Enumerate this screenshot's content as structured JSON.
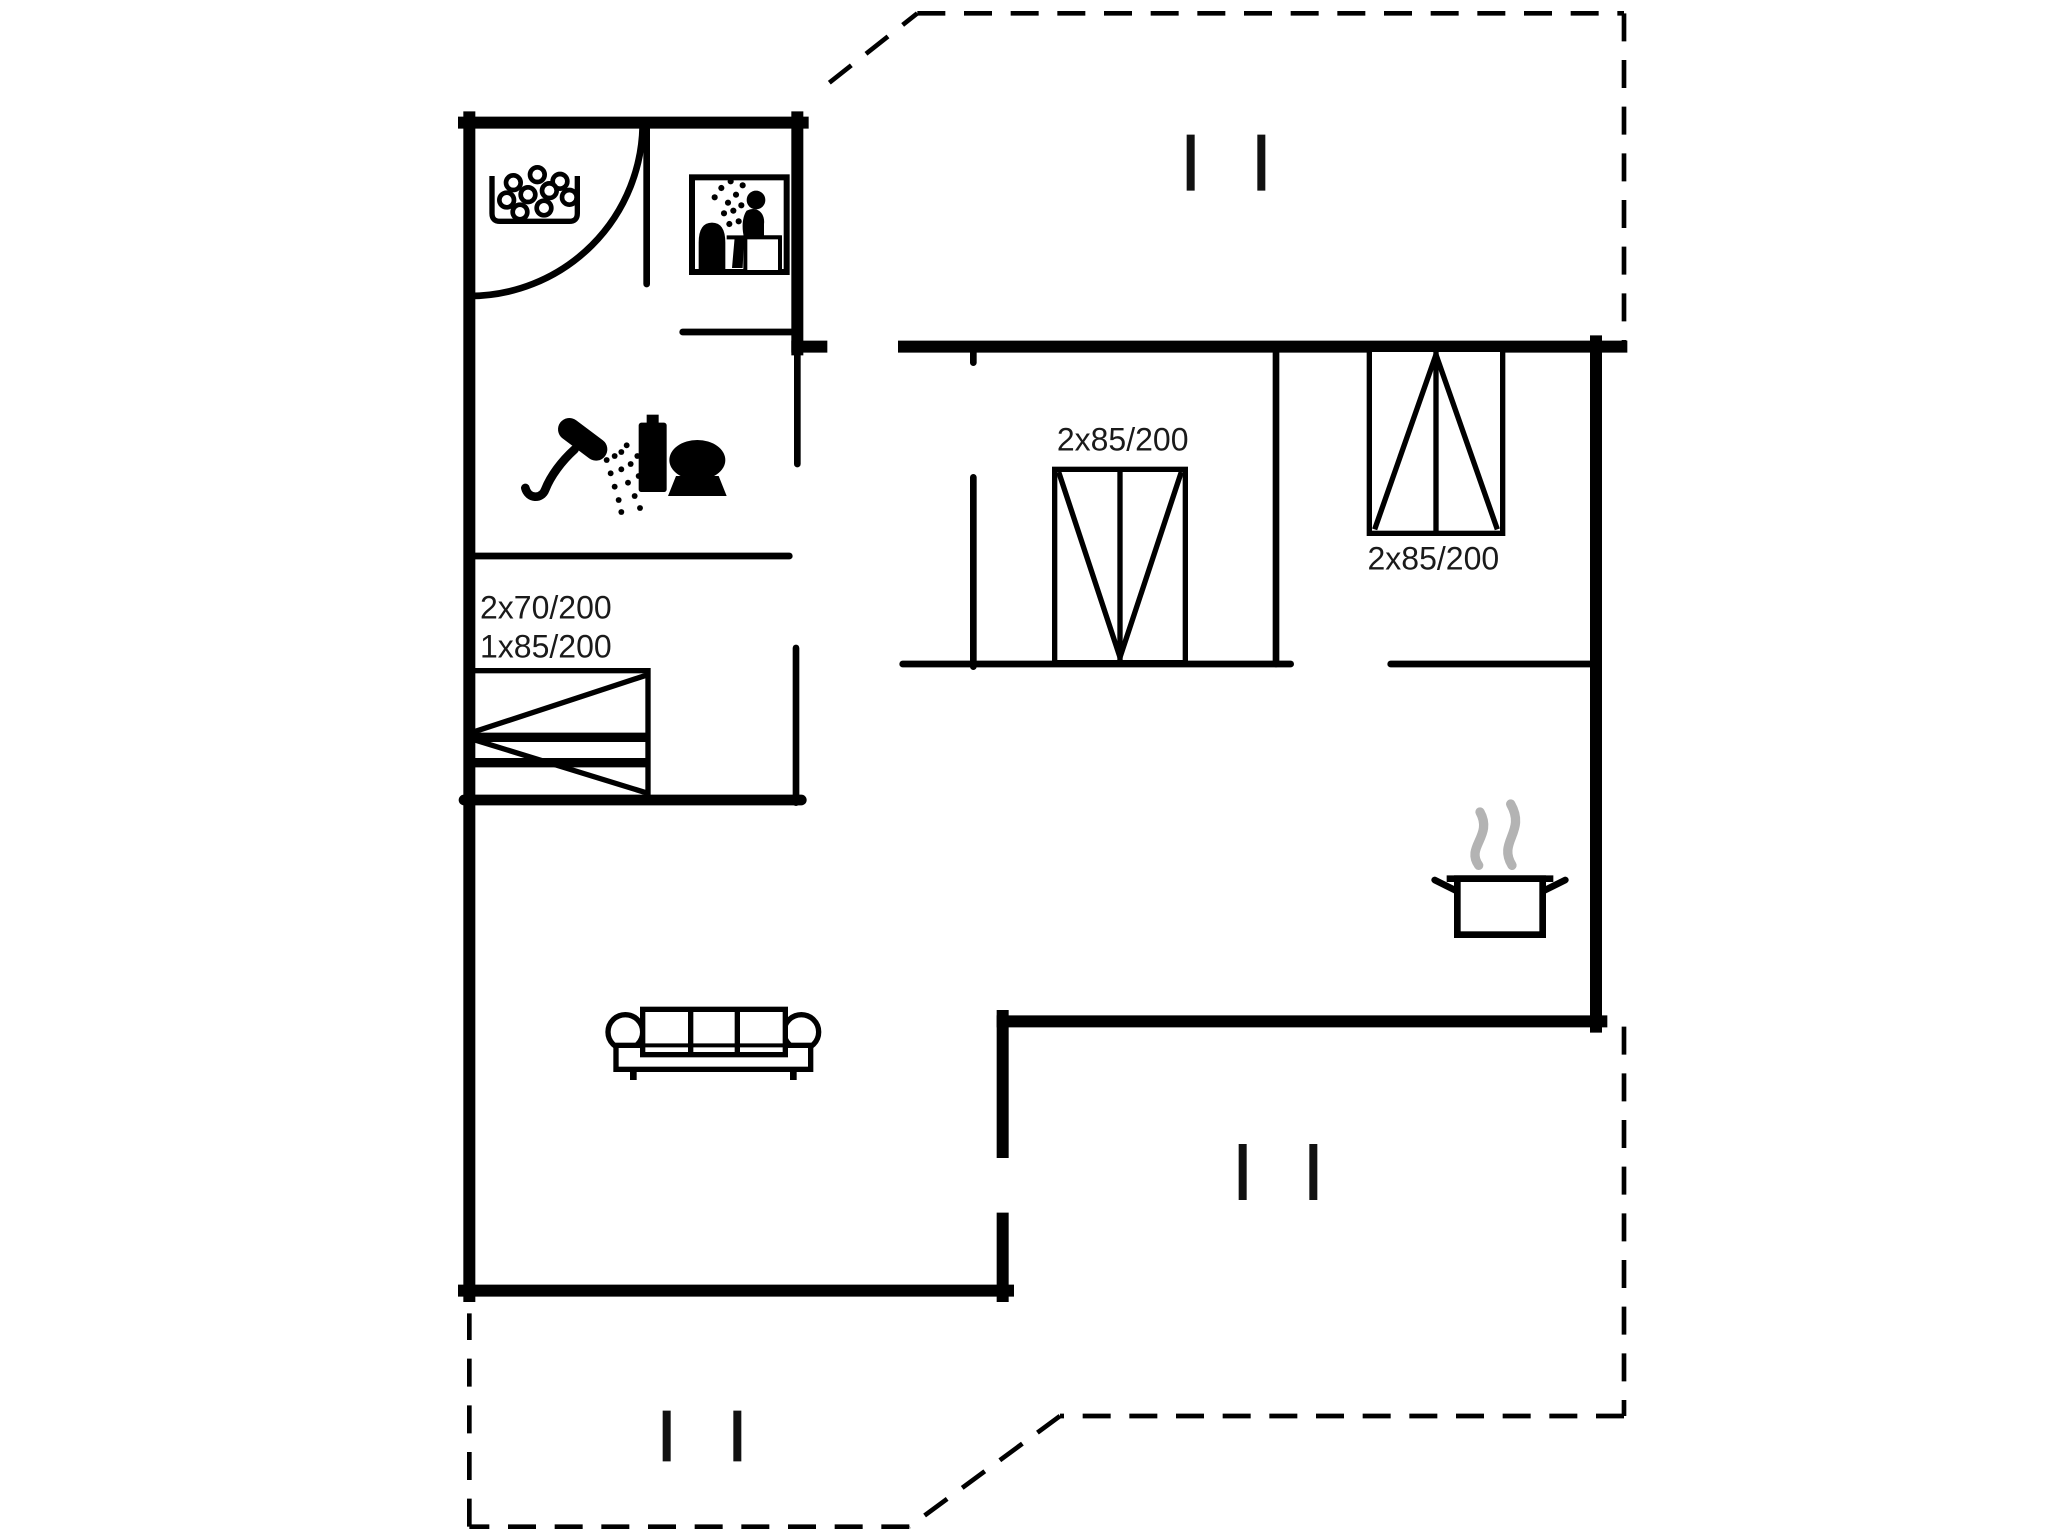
{
  "document": {
    "type": "floor-plan",
    "background": "#ffffff"
  },
  "colors": {
    "walls": "#000000",
    "text": "#1a1a1a",
    "steam_gray": "#b3b3b3"
  },
  "labels": {
    "bunk_room_beds_line1": "2x70/200",
    "bunk_room_beds_line2": "1x85/200",
    "middle_bedroom_bed": "2x85/200",
    "right_bedroom_bed": "2x85/200"
  },
  "icons": {
    "sauna_stones": "tray-of-stones-icon",
    "sauna_person": "person-on-sauna-bench-icon",
    "shower": "handheld-shower-with-spray-icon",
    "toilet": "toilet-side-view-icon",
    "sofa": "three-seat-sofa-icon",
    "cooking_pot": "steaming-pot-icon",
    "door_swing": "quarter-circle-door-arc",
    "terrace_posts": "paired-post-tick-marks",
    "double_bed": "double-bed-v-diagonals",
    "bunk_bed": "bunk-bed-stacked-diagonals",
    "terrace_outline": "dashed-boundary"
  }
}
